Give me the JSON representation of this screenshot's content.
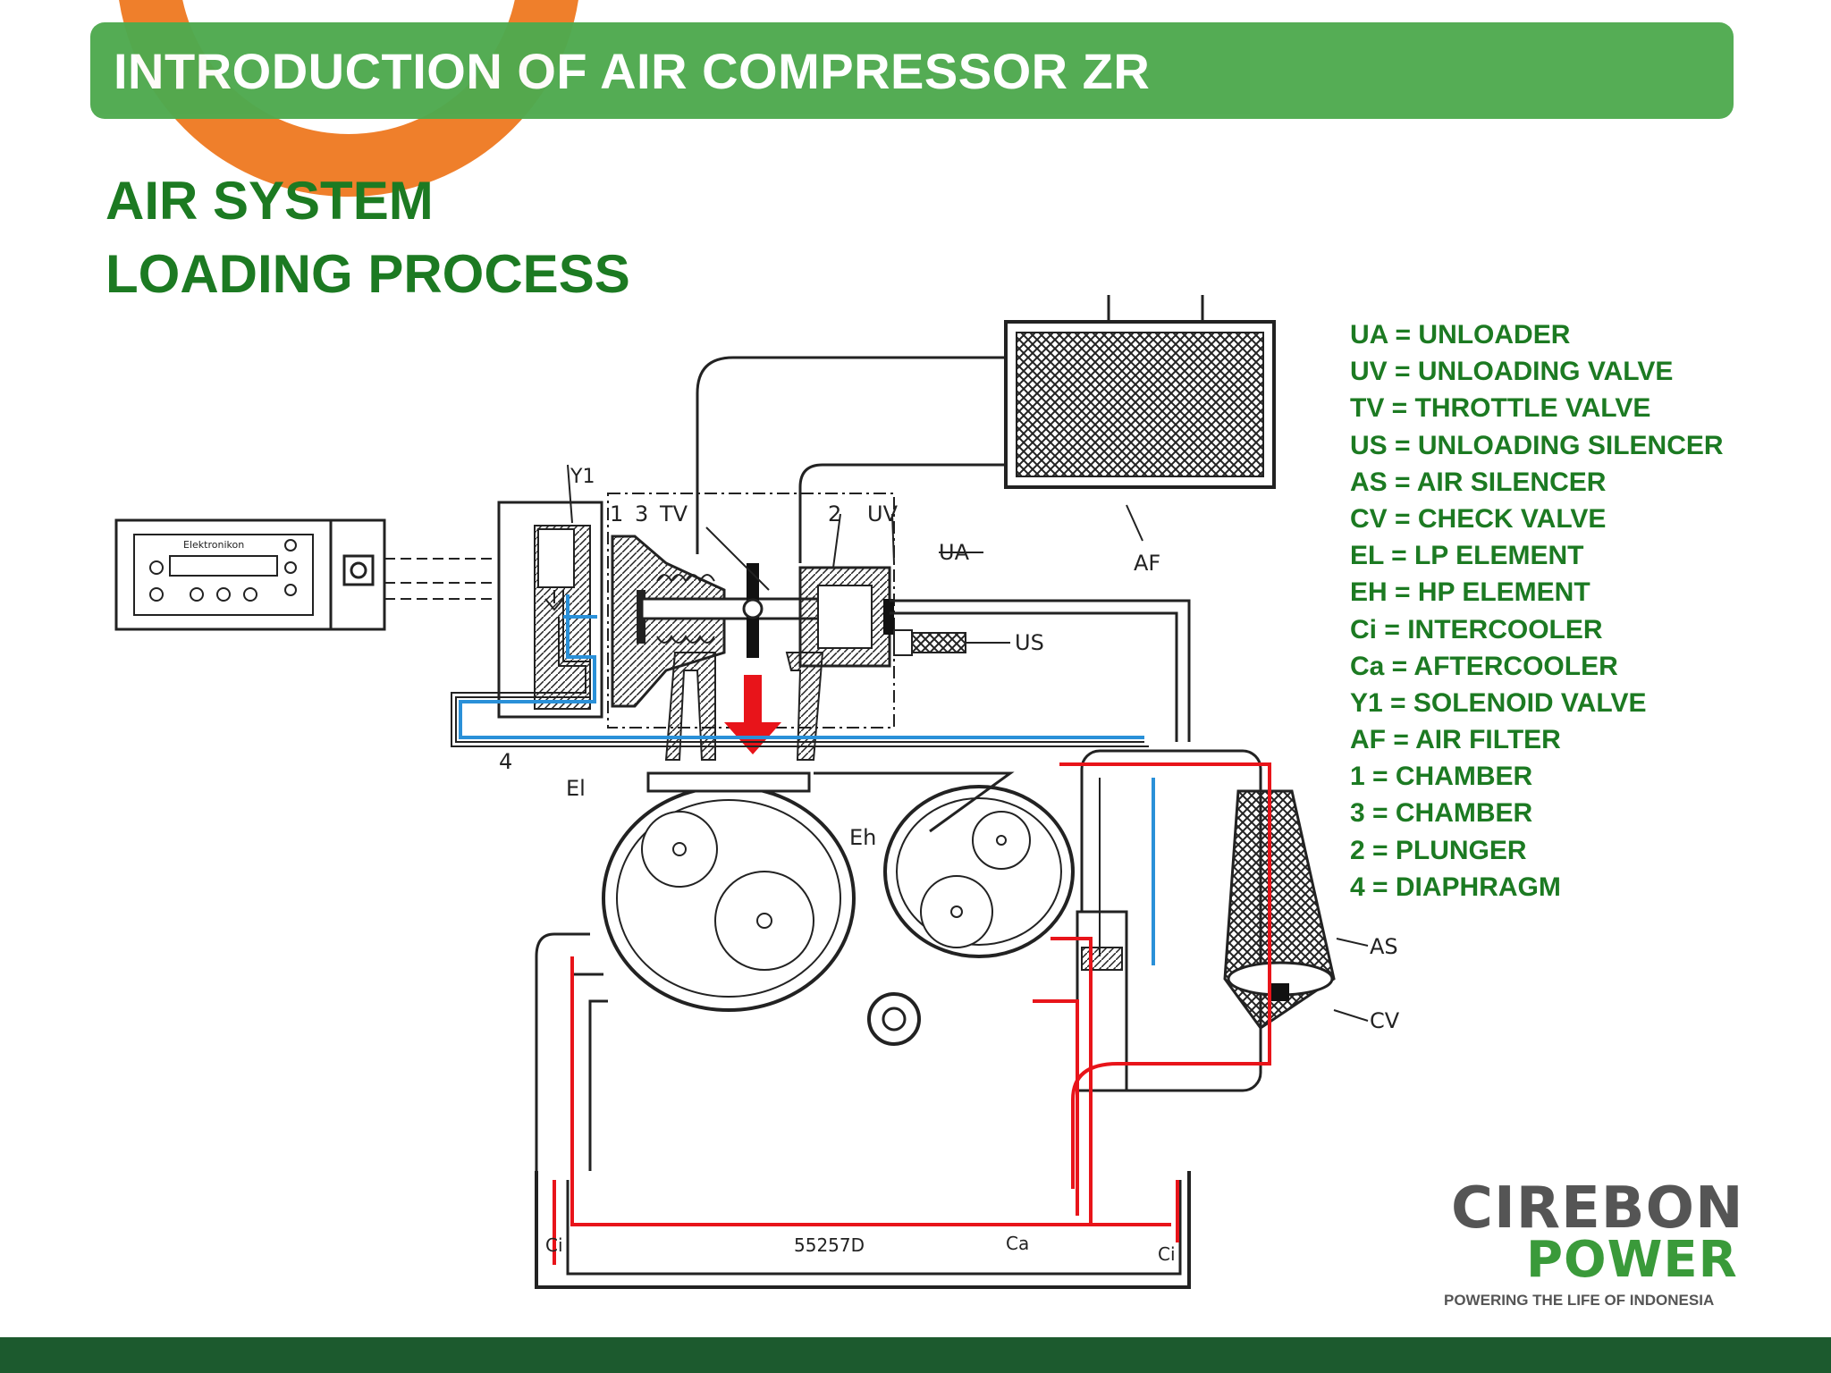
{
  "slide": {
    "title": "INTRODUCTION OF AIR COMPRESSOR ZR",
    "heading_line1": "AIR SYSTEM",
    "heading_line2": "LOADING PROCESS"
  },
  "legend": [
    "UA = UNLOADER",
    "UV = UNLOADING VALVE",
    "TV = THROTTLE VALVE",
    "US = UNLOADING SILENCER",
    "AS = AIR SILENCER",
    "CV = CHECK VALVE",
    "EL = LP ELEMENT",
    "EH = HP ELEMENT",
    "Ci = INTERCOOLER",
    "Ca = AFTERCOOLER",
    "Y1 = SOLENOID VALVE",
    "AF = AIR FILTER",
    "1 = CHAMBER",
    "3 = CHAMBER",
    "2 = PLUNGER",
    "4 = DIAPHRAGM"
  ],
  "diagram": {
    "labels": {
      "y1": "Y1",
      "n1": "1",
      "n3": "3",
      "tv": "TV",
      "n2": "2",
      "uv": "UV",
      "ua": "UA",
      "af": "AF",
      "us": "US",
      "n4": "4",
      "el": "El",
      "eh": "Eh",
      "as": "AS",
      "cv": "CV",
      "ci_left": "Ci",
      "ci_right": "Ci",
      "ca": "Ca",
      "code": "55257D",
      "controller": "Elektronikon"
    }
  },
  "logo": {
    "line1": "CIREBON",
    "line2": "POWER",
    "tagline": "POWERING THE LIFE OF INDONESIA"
  },
  "colors": {
    "title_bar": "#4faa4f",
    "text_green": "#1c7a22",
    "orange": "#ef7f2b",
    "footer": "#1c5a2e",
    "air_line_red": "#e8141a",
    "air_line_blue": "#2a90d8"
  }
}
